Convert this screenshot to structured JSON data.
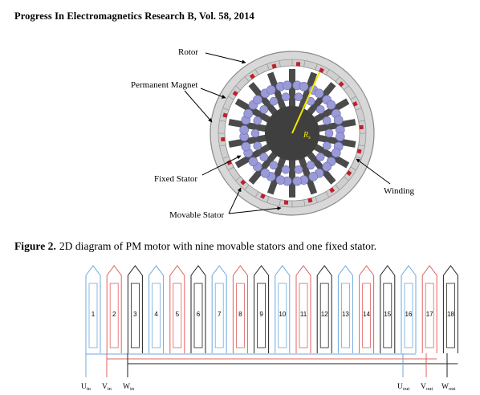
{
  "header": {
    "journal": "Progress In Electromagnetics Research B, Vol. 58, 2014"
  },
  "figure2": {
    "caption_label": "Figure 2.",
    "caption_text": "2D diagram of PM motor with nine movable stators and one fixed stator.",
    "labels": {
      "rotor": "Rotor",
      "magnet": "Permanent Magnet",
      "fixed_stator": "Fixed Stator",
      "movable_stator": "Movable Stator",
      "winding": "Winding",
      "radius": "R"
    }
  },
  "winding_diagram": {
    "coils": [
      "1",
      "2",
      "3",
      "4",
      "5",
      "6",
      "7",
      "8",
      "9",
      "10",
      "11",
      "12",
      "13",
      "14",
      "15",
      "16",
      "17",
      "18"
    ],
    "phase_colors": {
      "u": "#6fa8dc",
      "v": "#e06060",
      "w": "#222222"
    },
    "inputs": [
      "U",
      "V",
      "W"
    ],
    "outputs": [
      "U",
      "V",
      "W"
    ],
    "input_sub": "in",
    "output_sub": "out"
  }
}
